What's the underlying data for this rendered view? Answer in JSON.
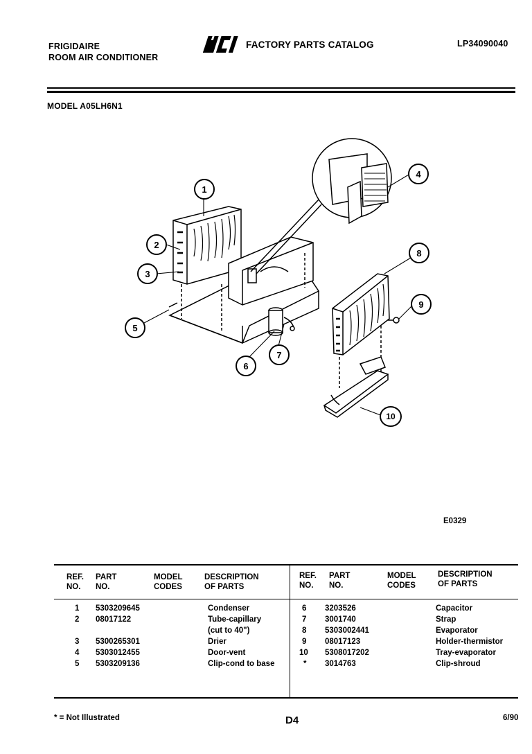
{
  "header": {
    "brand": "FRIGIDAIRE",
    "product": "ROOM AIR CONDITIONER",
    "logo_text": "WCI",
    "catalog_title": "FACTORY PARTS CATALOG",
    "catalog_number": "LP34090040"
  },
  "model_label": "MODEL A05LH6N1",
  "diagram": {
    "callouts": [
      "1",
      "2",
      "3",
      "4",
      "5",
      "6",
      "7",
      "8",
      "9",
      "10"
    ],
    "figure_code": "E0329"
  },
  "table": {
    "headers": {
      "ref_no": [
        "REF.",
        "NO."
      ],
      "part_no": [
        "PART",
        "NO."
      ],
      "model_codes": [
        "MODEL",
        "CODES"
      ],
      "description": [
        "DESCRIPTION",
        "OF PARTS"
      ]
    },
    "left_rows": [
      {
        "ref": "1",
        "part": "5303209645",
        "desc": "Condenser"
      },
      {
        "ref": "2",
        "part": "08017122",
        "desc": "Tube-capillary"
      },
      {
        "ref": "",
        "part": "",
        "desc": "(cut to 40\")"
      },
      {
        "ref": "3",
        "part": "5300265301",
        "desc": "Drier"
      },
      {
        "ref": "4",
        "part": "5303012455",
        "desc": "Door-vent"
      },
      {
        "ref": "5",
        "part": "5303209136",
        "desc": "Clip-cond to base"
      }
    ],
    "right_rows": [
      {
        "ref": "6",
        "part": "3203526",
        "desc": "Capacitor"
      },
      {
        "ref": "7",
        "part": "3001740",
        "desc": "Strap"
      },
      {
        "ref": "8",
        "part": "5303002441",
        "desc": "Evaporator"
      },
      {
        "ref": "9",
        "part": "08017123",
        "desc": "Holder-thermistor"
      },
      {
        "ref": "10",
        "part": "5308017202",
        "desc": "Tray-evaporator"
      },
      {
        "ref": "*",
        "part": "3014763",
        "desc": "Clip-shroud"
      }
    ]
  },
  "footer": {
    "note": "* = Not Illustrated",
    "page": "D4",
    "date": "6/90"
  }
}
